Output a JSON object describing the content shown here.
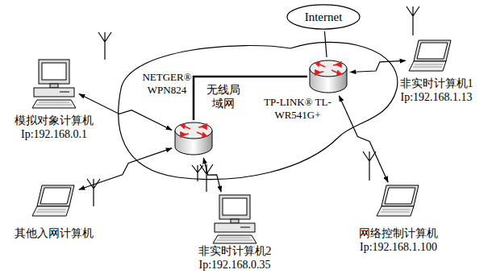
{
  "diagram": {
    "nodes": [
      {
        "text": [
          "Internet"
        ]
      },
      {
        "text": [
          "无线局 域网"
        ]
      },
      {
        "text": [
          "NETGER® WPN824"
        ],
        "in": 1
      },
      {
        "text": [
          "TP-LINK® TL-WR541G+"
        ],
        "in": 1
      },
      {
        "text": [
          "非实时计算机1",
          "Ip:192.168.1.13"
        ]
      },
      {
        "text": [
          "模拟对象计算机",
          "Ip:192.168.0.1"
        ]
      },
      {
        "text": [
          "其他入网计算机"
        ]
      },
      {
        "text": [
          "非实时计算机2",
          "Ip:192.168.0.35"
        ]
      },
      {
        "text": [
          "网络控制计算机",
          "Ip:192.168.1.100"
        ]
      }
    ],
    "edges": [
      {
        "from": 0,
        "to": 3,
        "arrow": "none"
      },
      {
        "from": 2,
        "to": 3,
        "arrow": "none"
      },
      {
        "from": 3,
        "to": 4,
        "arrow": "both"
      },
      {
        "from": 2,
        "to": 5,
        "arrow": "both"
      },
      {
        "from": 2,
        "to": 6,
        "arrow": "both"
      },
      {
        "from": 2,
        "to": 7,
        "arrow": "both"
      },
      {
        "from": 3,
        "to": 8,
        "arrow": "both"
      }
    ]
  }
}
